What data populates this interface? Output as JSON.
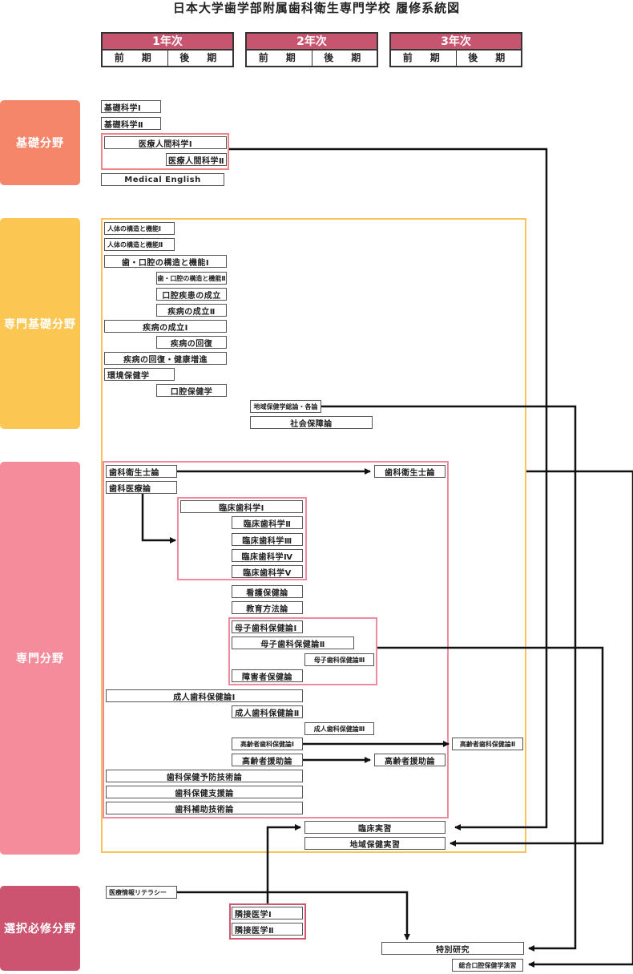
{
  "title": "日本大学歯学部附属歯科衛生専門学校 履修系統図",
  "terms": {
    "first": "前　期",
    "second": "後　期"
  },
  "years": [
    "1年次",
    "2年次",
    "3年次"
  ],
  "colors": {
    "header": "#c75570",
    "cat_basic": "#f6866a",
    "cat_foundation": "#fcc652",
    "cat_major": "#f58c9b",
    "cat_elective": "#cc5470",
    "gold": "#f9c35a",
    "pink": "#ef8aa0"
  },
  "categories": {
    "basic": "基礎分野",
    "foundation": "専門基礎分野",
    "major": "専門分野",
    "elective": "選択必修分野"
  },
  "courses": {
    "kiso1": "基礎科学Ⅰ",
    "kiso2": "基礎科学Ⅱ",
    "iryou1": "医療人間科学Ⅰ",
    "iryou2": "医療人間科学Ⅱ",
    "english": "Medical English",
    "jintai1": "人体の構造と機能Ⅰ",
    "jintai2": "人体の構造と機能Ⅱ",
    "shikoukou1": "歯・口腔の構造と機能Ⅰ",
    "shikoukou2": "歯・口腔の構造と機能Ⅱ",
    "koukuushikkan": "口腔疾患の成立",
    "shippei2": "疾病の成立Ⅱ",
    "shippei1": "疾病の成立Ⅰ",
    "kaifuku": "疾病の回復",
    "kaifukukenkou": "疾病の回復・健康増進",
    "kankyou": "環境保健学",
    "koukuuhoken": "口腔保健学",
    "chiiki": "地域保健学総論・各論",
    "shakai": "社会保障論",
    "eiseishi_a": "歯科衛生士論",
    "eiseishi_b": "歯科衛生士論",
    "iryouron": "歯科医療論",
    "rinshou1": "臨床歯科学Ⅰ",
    "rinshou2": "臨床歯科学Ⅱ",
    "rinshou3": "臨床歯科学Ⅲ",
    "rinshou4": "臨床歯科学Ⅳ",
    "rinshou5": "臨床歯科学Ⅴ",
    "kango": "看護保健論",
    "kyouiku": "教育方法論",
    "boshi1": "母子歯科保健論Ⅰ",
    "boshi2": "母子歯科保健論Ⅱ",
    "boshi3": "母子歯科保健論Ⅲ",
    "shougai": "障害者保健論",
    "seijin1": "成人歯科保健論Ⅰ",
    "seijin2": "成人歯科保健論Ⅱ",
    "seijin3": "成人歯科保健論Ⅲ",
    "koureiA": "高齢者歯科保健論Ⅰ",
    "koureiB": "高齢者歯科保健論Ⅱ",
    "engo_a": "高齢者援助論",
    "engo_b": "高齢者援助論",
    "yobou": "歯科保健予防技術論",
    "shien": "歯科保健支援論",
    "hojo": "歯科補助技術論",
    "rinshoujisshuu": "臨床実習",
    "chiikijisshuu": "地域保健実習",
    "literacy": "医療情報リテラシー",
    "ringo1": "隣接医学Ⅰ",
    "ringo2": "隣接医学Ⅱ",
    "tokubetsu": "特別研究",
    "sougou": "総合口腔保健学演習"
  }
}
